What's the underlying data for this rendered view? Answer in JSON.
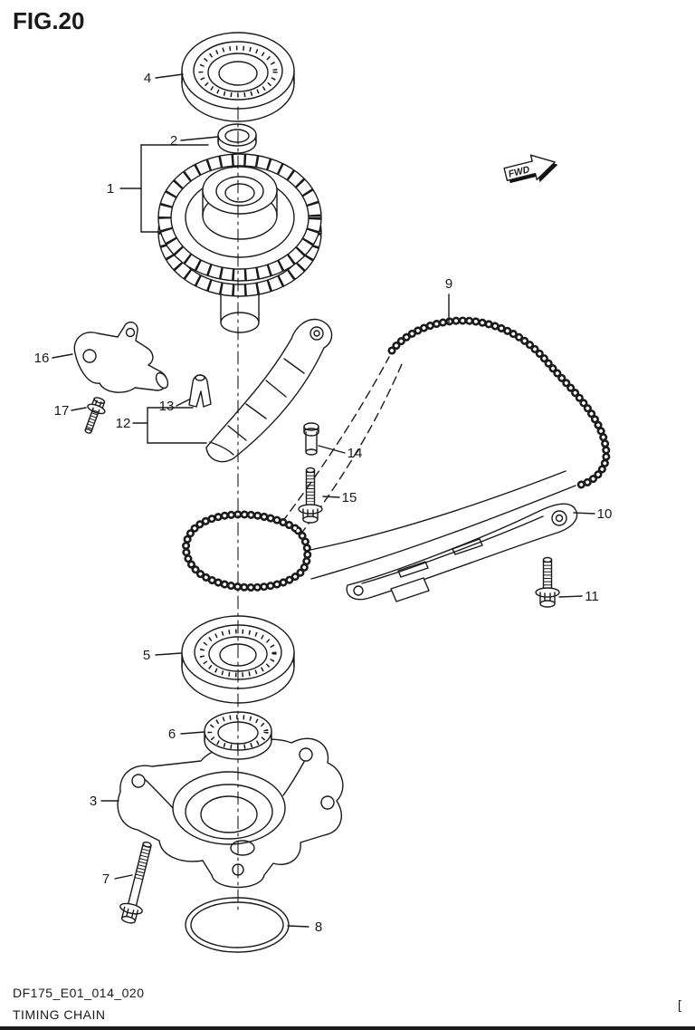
{
  "figure": {
    "title": "FIG.20",
    "code": "DF175_E01_014_020",
    "caption": "TIMING CHAIN",
    "corner_bracket": "["
  },
  "fwd_marker": {
    "label": "FWD"
  },
  "part_labels": {
    "1": "1",
    "2": "2",
    "3": "3",
    "4": "4",
    "5": "5",
    "6": "6",
    "7": "7",
    "8": "8",
    "9": "9",
    "10": "10",
    "11": "11",
    "12": "12",
    "13": "13",
    "14": "14",
    "15": "15",
    "16": "16",
    "17": "17"
  },
  "colors": {
    "line": "#1a1a1a",
    "paper": "#ffffff"
  }
}
